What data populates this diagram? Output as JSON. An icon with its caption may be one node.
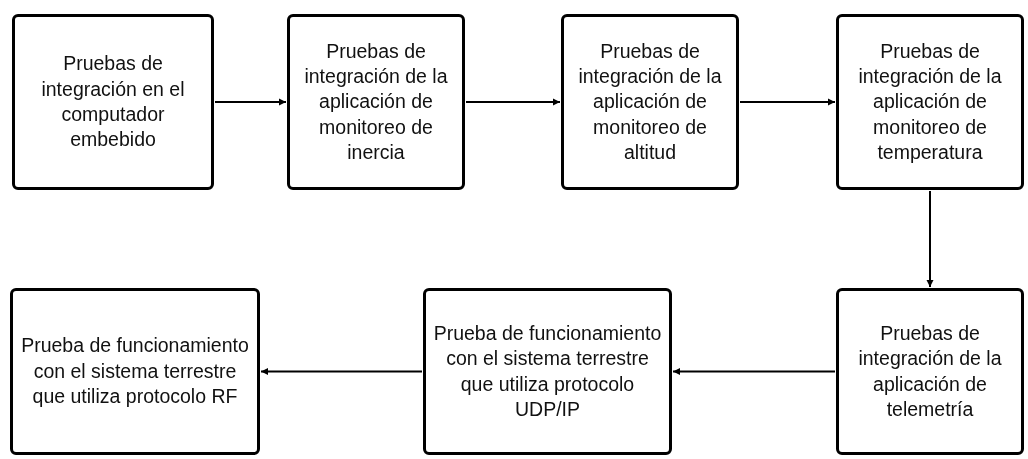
{
  "diagram": {
    "nodes": [
      {
        "text": [
          "Pruebas de integración en el computador embebido"
        ]
      },
      {
        "text": [
          "Pruebas de integración de la aplicación de monitoreo de inercia"
        ]
      },
      {
        "text": [
          "Pruebas de integración de la aplicación de monitoreo de altitud"
        ]
      },
      {
        "text": [
          "Pruebas de integración de la aplicación de monitoreo de temperatura"
        ]
      },
      {
        "text": [
          "Pruebas de integración de la aplicación de telemetría"
        ]
      },
      {
        "text": [
          "Prueba de funcionamiento con el sistema terrestre que utiliza protocolo UDP/IP"
        ]
      },
      {
        "text": [
          "Prueba de funcionamiento con el sistema terrestre que utiliza protocolo RF"
        ]
      }
    ],
    "edges": [
      {
        "from": 0,
        "to": 1,
        "arrow": "to"
      },
      {
        "from": 1,
        "to": 2,
        "arrow": "to"
      },
      {
        "from": 2,
        "to": 3,
        "arrow": "to"
      },
      {
        "from": 3,
        "to": 4,
        "arrow": "to"
      },
      {
        "from": 4,
        "to": 5,
        "arrow": "to"
      },
      {
        "from": 5,
        "to": 6,
        "arrow": "to"
      }
    ]
  }
}
